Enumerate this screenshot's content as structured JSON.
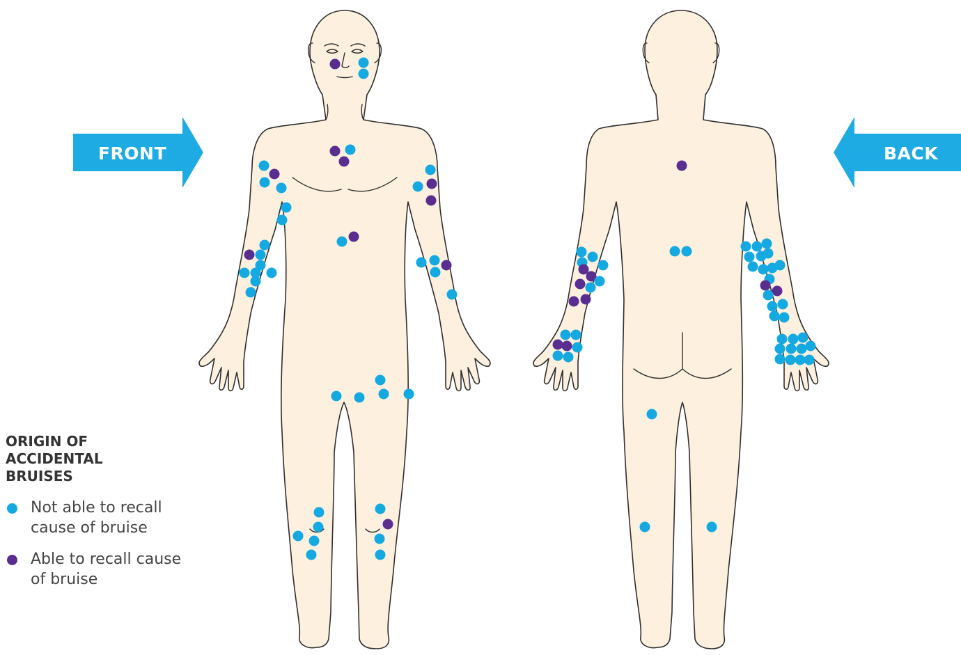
{
  "colors": {
    "not_recalled": "#14a9e1",
    "recalled": "#5a2e91",
    "arrow": "#1eabe3",
    "skin": "#fdf0de",
    "outline": "#2f2f2f"
  },
  "labels": {
    "front": "FRONT",
    "back": "BACK"
  },
  "legend": {
    "title": "ORIGIN OF ACCIDENTAL BRUISES",
    "items": [
      {
        "key": "not_recalled",
        "label": "Not able to recall cause of bruise",
        "color": "#14a9e1"
      },
      {
        "key": "recalled",
        "label": "Able to recall cause of bruise",
        "color": "#5a2e91"
      }
    ]
  }
}
